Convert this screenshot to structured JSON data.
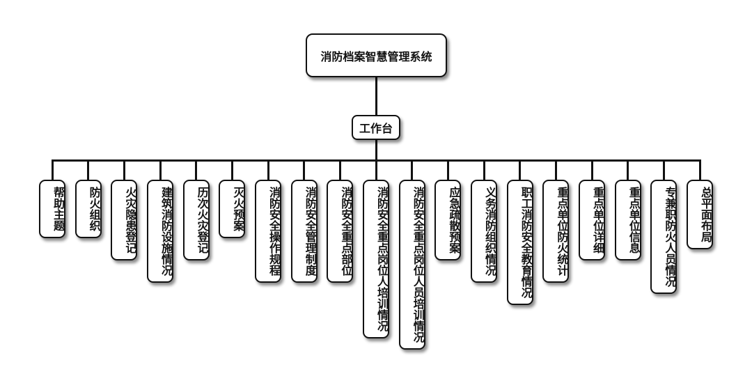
{
  "root": {
    "label": "消防档案智慧管理系统"
  },
  "workbench": {
    "label": "工作台"
  },
  "leaves": [
    "帮助主题",
    "防火组织",
    "火灾隐患登记",
    "建筑消防设施情况",
    "历次火灾登记",
    "灭火预案",
    "消防安全操作规程",
    "消防安全管理制度",
    "消防安全重点部位",
    "消防安全重点岗位人培训情况",
    "消防安全重点岗位人员培训情况",
    "应急疏散预案",
    "义务消防组织情况",
    "职工消防安全教育情况",
    "重点单位防火统计",
    "重点单位详细",
    "重点单位信息",
    "专兼职防火人员情况",
    "总平面布局"
  ]
}
